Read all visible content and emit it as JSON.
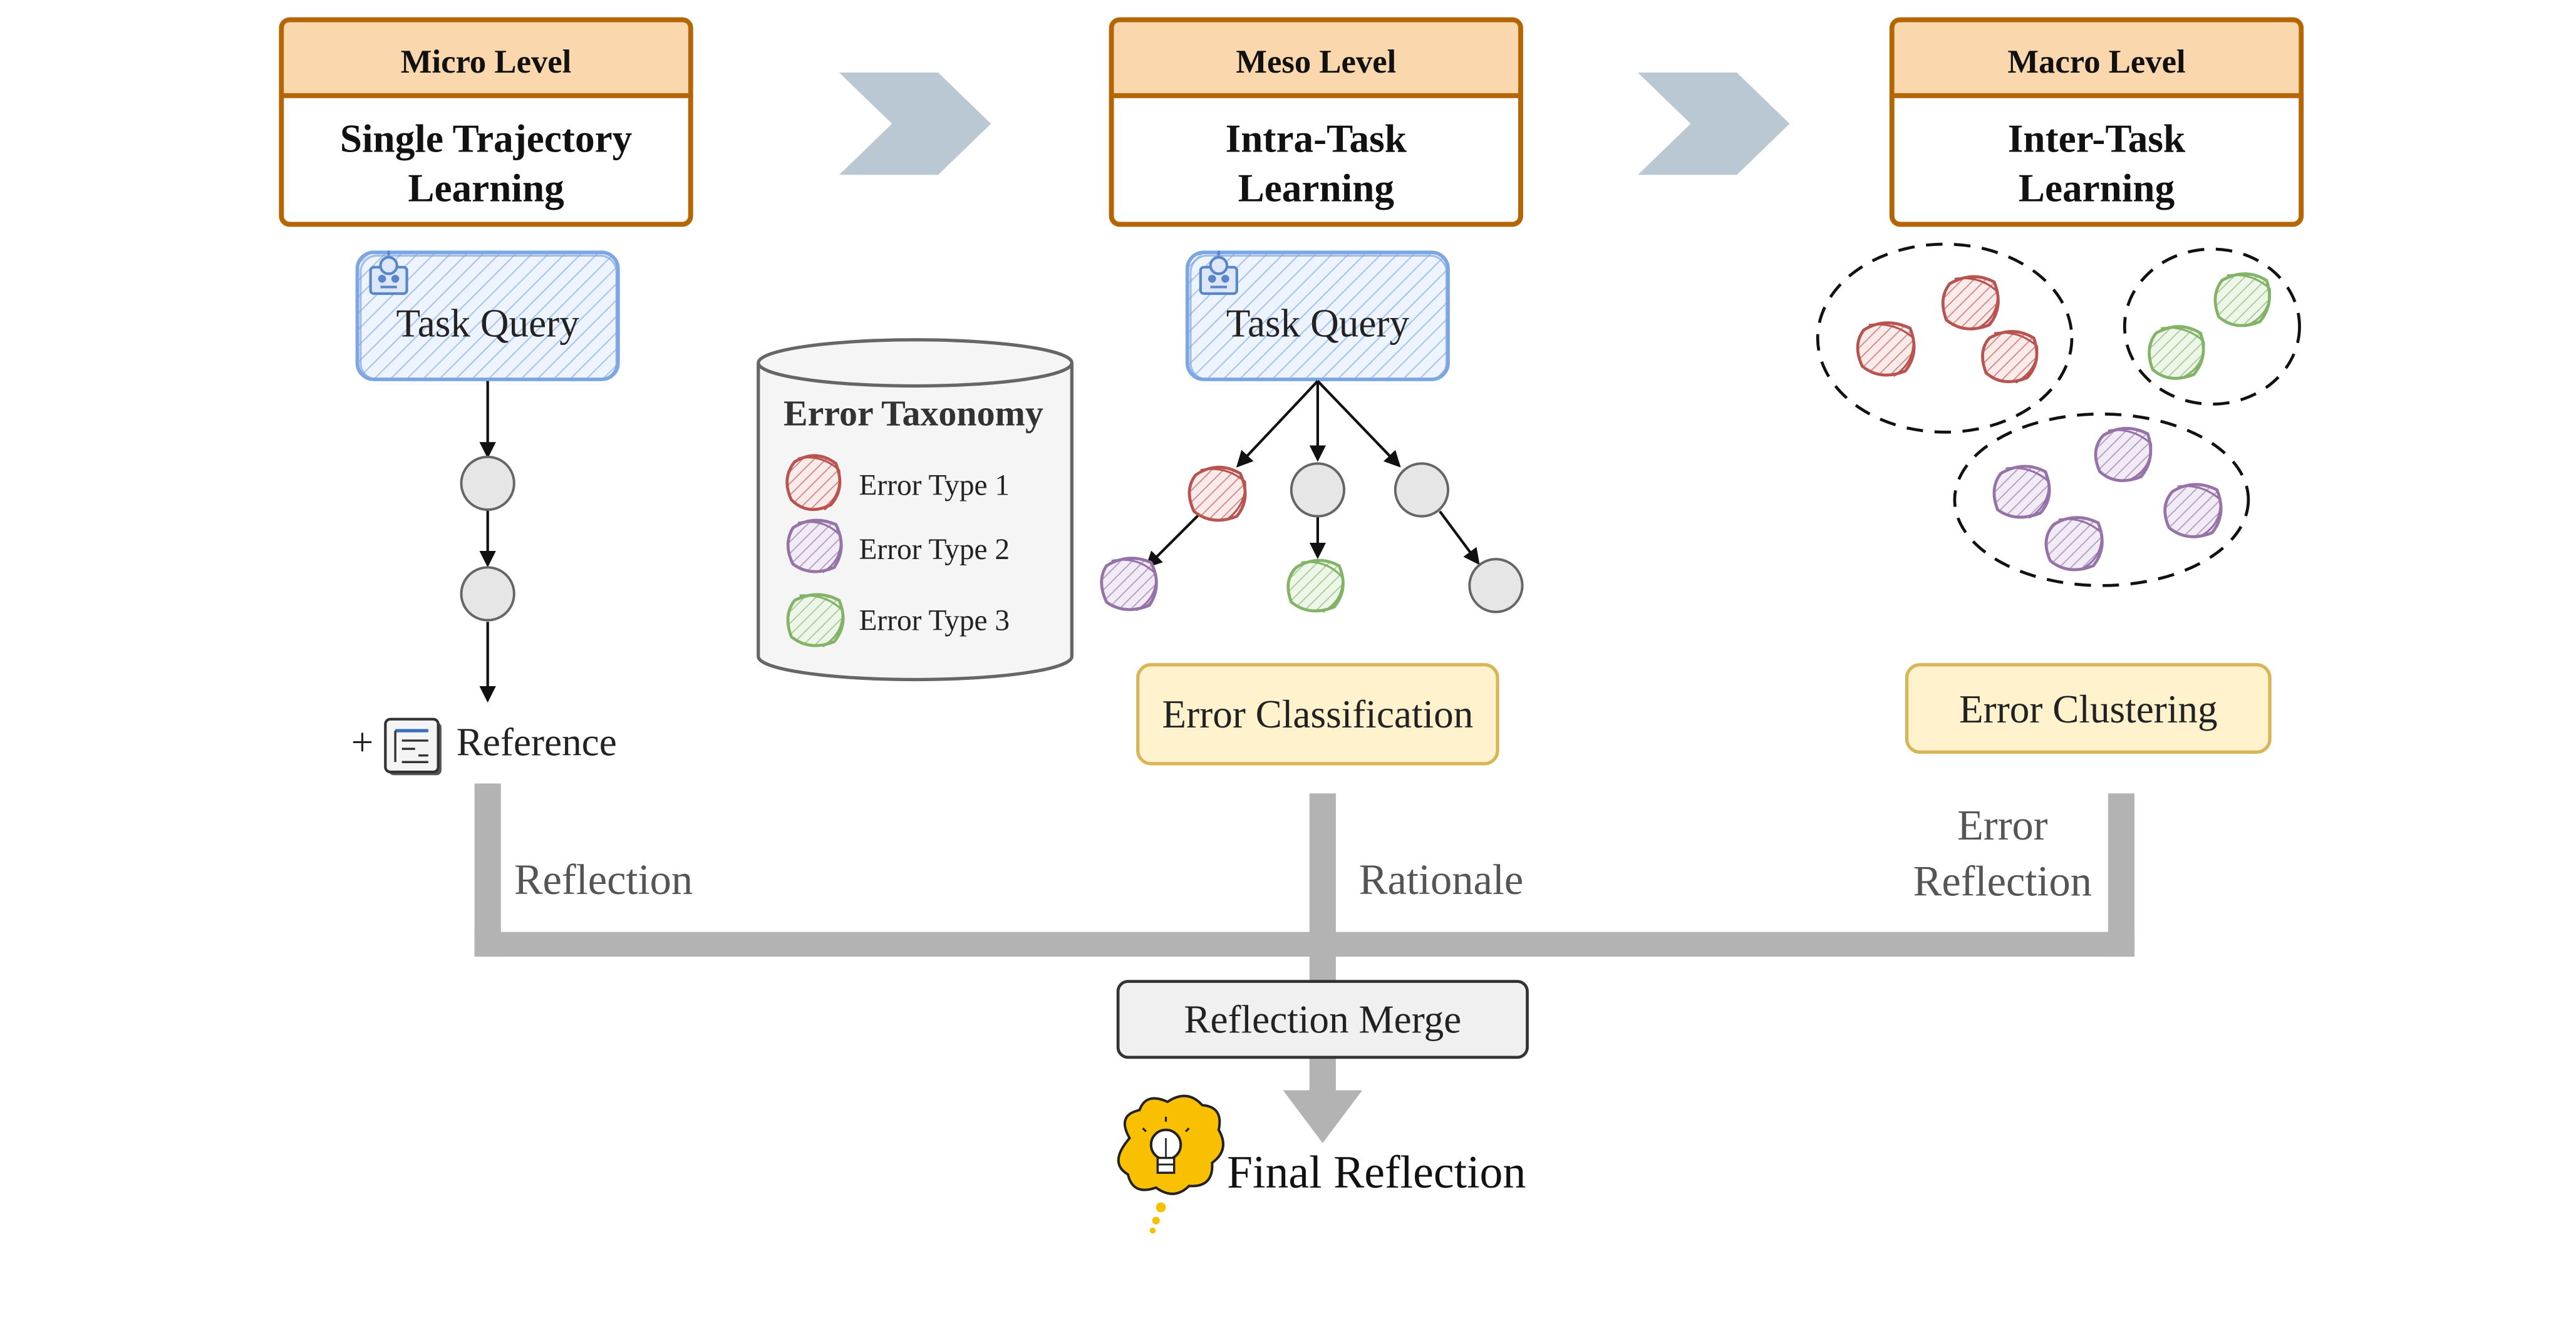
{
  "levels": [
    {
      "header": "Micro Level",
      "line1": "Single Trajectory",
      "line2": "Learning"
    },
    {
      "header": "Meso Level",
      "line1": "Intra-Task",
      "line2": "Learning"
    },
    {
      "header": "Macro Level",
      "line1": "Inter-Task",
      "line2": "Learning"
    }
  ],
  "task_query": "Task Query",
  "reference": {
    "plus": "+",
    "label": "Reference"
  },
  "taxonomy": {
    "title": "Error Taxonomy",
    "items": [
      "Error Type 1",
      "Error Type 2",
      "Error Type 3"
    ]
  },
  "error_classification": "Error Classification",
  "error_clustering": "Error Clustering",
  "flows": {
    "reflection": "Reflection",
    "rationale": "Rationale",
    "error_reflection_line1": "Error",
    "error_reflection_line2": "Reflection"
  },
  "merge": "Reflection Merge",
  "final": "Final Reflection",
  "colors": {
    "header_fill": "#FAD7AC",
    "header_border": "#B46504",
    "query_border": "#7EA6E0",
    "query_fill": "#DAE8FC",
    "error_type_1": "#B85450",
    "error_type_2": "#9673A6",
    "error_type_3": "#82B366",
    "result_fill": "#FFF2CC",
    "result_border": "#D6B656",
    "flow_gray": "#B3B3B3",
    "chevron": "#BAC8D3",
    "bulb": "#F8C000"
  },
  "icons": [
    "robot-icon",
    "document-icon",
    "lightbulb-icon",
    "chevron-right-icon"
  ]
}
